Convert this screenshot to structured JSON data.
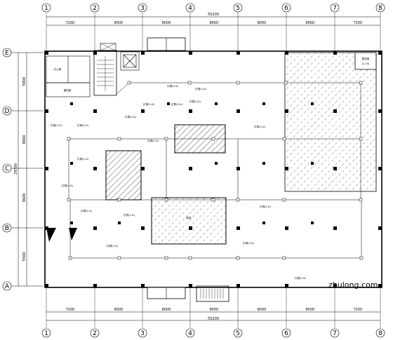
{
  "axes": {
    "columns": [
      "1",
      "2",
      "3",
      "4",
      "5",
      "6",
      "7",
      "8"
    ],
    "rows": [
      "E",
      "D",
      "C",
      "B",
      "A"
    ]
  },
  "dimensions": {
    "top_total": "55200",
    "bottom_total": "55200",
    "top_spans": [
      "7200",
      "8000",
      "8000",
      "8000",
      "8000",
      "8000",
      "7200"
    ],
    "bottom_spans": [
      "7200",
      "8000",
      "8000",
      "8000",
      "8000",
      "8000",
      "7200"
    ],
    "left_total": "29700",
    "left_spans": [
      "5800",
      "8800",
      "9600",
      "5500"
    ]
  },
  "rooms": {
    "corner_office": {
      "line1": "配电室",
      "line2": "(2-10)"
    },
    "office_1": "办公室",
    "office_2": "值班室",
    "store_a": "库房"
  },
  "labels": [
    "灯具(2-A)",
    "灯具(2-A)",
    "灯具(2-A)",
    "灯具(2-A)",
    "灯具(2-A)",
    "灯具(2-A)",
    "灯具(2-A)",
    "灯具(2-A)",
    "灯具(2-A)",
    "灯具(2-A)",
    "灯具(2-A)",
    "灯具(2-A)",
    "灯具(2-A)",
    "灯具(2-A)",
    "灯具(2-A)",
    "灯具(2-A)",
    "灯具(2-A)",
    "灯具(2-A)"
  ],
  "watermark": "zhulong.com"
}
